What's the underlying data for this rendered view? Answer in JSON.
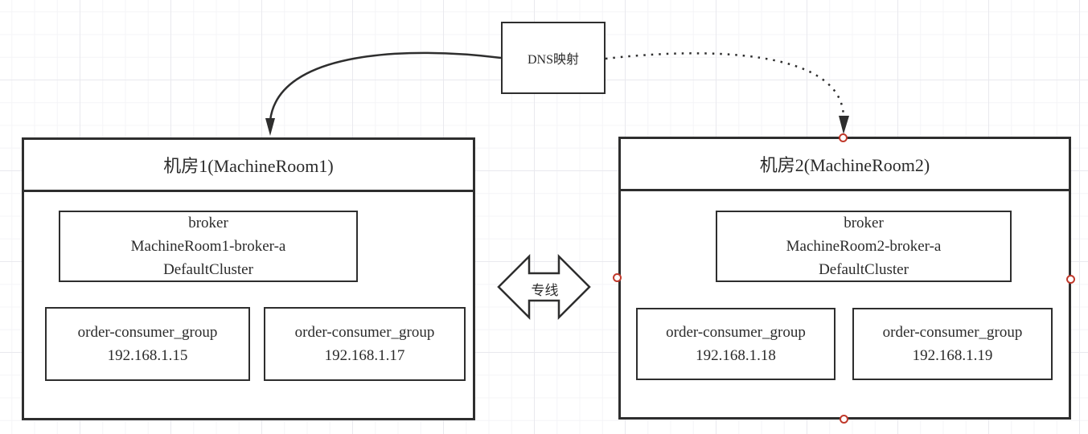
{
  "diagram": {
    "dns_box": {
      "label": "DNS映射"
    },
    "dedicated_line_label": "专线",
    "rooms": [
      {
        "title": "机房1(MachineRoom1)",
        "broker": {
          "line1": "broker",
          "line2": "MachineRoom1-broker-a",
          "line3": "DefaultCluster"
        },
        "consumers": [
          {
            "group": "order-consumer_group",
            "ip": "192.168.1.15"
          },
          {
            "group": "order-consumer_group",
            "ip": "192.168.1.17"
          }
        ]
      },
      {
        "title": "机房2(MachineRoom2)",
        "broker": {
          "line1": "broker",
          "line2": "MachineRoom2-broker-a",
          "line3": "DefaultCluster"
        },
        "consumers": [
          {
            "group": "order-consumer_group",
            "ip": "192.168.1.18"
          },
          {
            "group": "order-consumer_group",
            "ip": "192.168.1.19"
          }
        ]
      }
    ],
    "colors": {
      "shape_stroke": "#2e2e2e",
      "connection_point": "#c0392b"
    }
  }
}
